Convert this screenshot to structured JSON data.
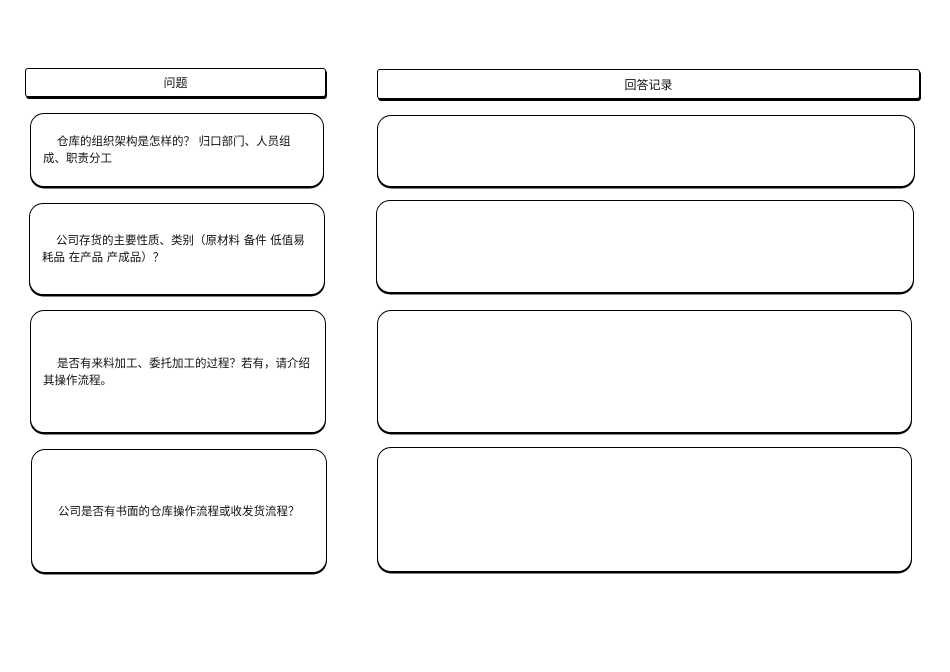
{
  "headers": {
    "question": "问题",
    "answer": "回答记录"
  },
  "questions": [
    {
      "text": "仓库的组织架构是怎样的？ 归口部门、人员组成、职责分工"
    },
    {
      "text": "公司存货的主要性质、类别（原材料 备件 低值易耗品 在产品 产成品）？"
    },
    {
      "text": "是否有来料加工、委托加工的过程？若有，请介绍其操作流程。"
    },
    {
      "text": "公司是否有书面的仓库操作流程或收发货流程？"
    }
  ],
  "answers": [
    {
      "text": ""
    },
    {
      "text": ""
    },
    {
      "text": ""
    },
    {
      "text": ""
    }
  ]
}
